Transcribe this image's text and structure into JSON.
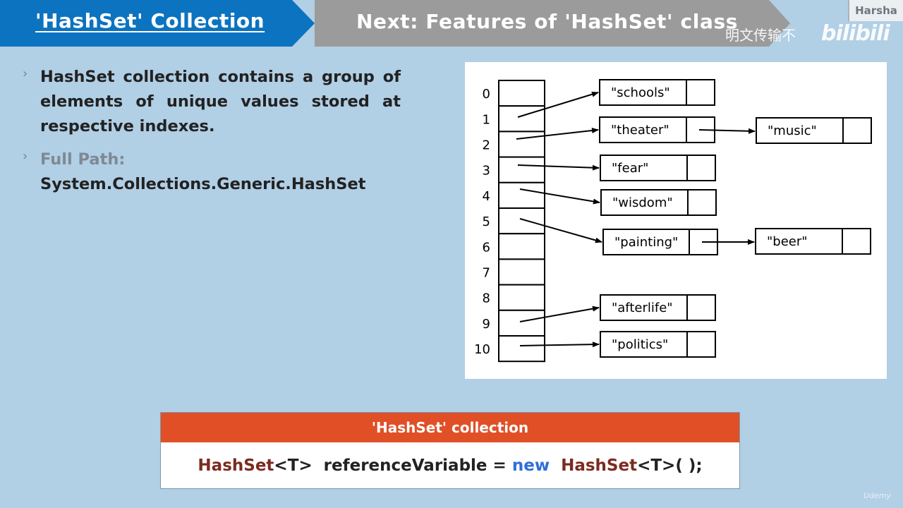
{
  "header": {
    "current_tab": "'HashSet' Collection",
    "next_tab": "Next: Features of 'HashSet' class",
    "author": "Harsha",
    "watermark_text": "明文传输不",
    "watermark_logo": "bilibili"
  },
  "bullets": [
    {
      "label": "",
      "text": "HashSet collection contains a group of elements of unique values stored at respective indexes."
    },
    {
      "label": "Full Path:",
      "text": "System.Collections.Generic.HashSet"
    }
  ],
  "diagram": {
    "indexes": [
      "0",
      "1",
      "2",
      "3",
      "4",
      "5",
      "6",
      "7",
      "8",
      "9",
      "10"
    ],
    "nodes": [
      {
        "id": "schools",
        "label": "\"schools\""
      },
      {
        "id": "theater",
        "label": "\"theater\""
      },
      {
        "id": "music",
        "label": "\"music\""
      },
      {
        "id": "fear",
        "label": "\"fear\""
      },
      {
        "id": "wisdom",
        "label": "\"wisdom\""
      },
      {
        "id": "painting",
        "label": "\"painting\""
      },
      {
        "id": "beer",
        "label": "\"beer\""
      },
      {
        "id": "afterlife",
        "label": "\"afterlife\""
      },
      {
        "id": "politics",
        "label": "\"politics\""
      }
    ],
    "edges": [
      {
        "from": "slot-1",
        "to": "schools"
      },
      {
        "from": "slot-2",
        "to": "theater"
      },
      {
        "from": "theater",
        "to": "music"
      },
      {
        "from": "slot-3",
        "to": "fear"
      },
      {
        "from": "slot-4",
        "to": "wisdom"
      },
      {
        "from": "slot-5",
        "to": "painting"
      },
      {
        "from": "painting",
        "to": "beer"
      },
      {
        "from": "slot-9",
        "to": "afterlife"
      },
      {
        "from": "slot-10",
        "to": "politics"
      }
    ]
  },
  "syntax": {
    "title": "'HashSet' collection",
    "type_kw": "HashSet",
    "generic": "<T>",
    "variable": "referenceVariable",
    "equals": "=",
    "new_kw": "new",
    "ctor_type": "HashSet",
    "ctor_tail": "<T>( );"
  },
  "footer": {
    "brand": "Udemy"
  }
}
